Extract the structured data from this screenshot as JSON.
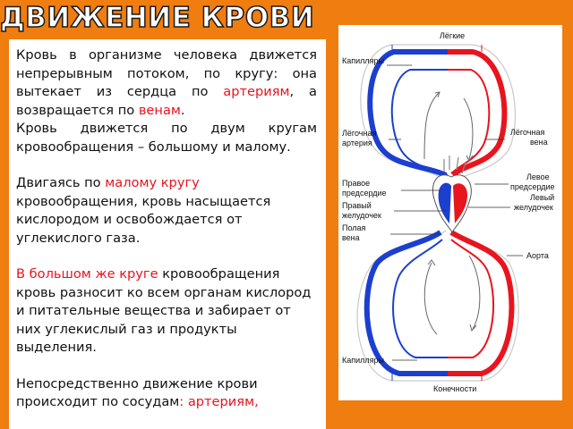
{
  "title": "ДВИЖЕНИЕ КРОВИ",
  "text": {
    "p1_a": "Кровь в организме человека движется непрерывным потоком, по кругу: она вытекает из сердца по ",
    "p1_arteries": "артериям",
    "p1_b": ", а возвращается по ",
    "p1_veins": "венам",
    "p1_c": ".",
    "p2": "Кровь движется по двум кругам кровообращения – большому и малому.",
    "p3_a": "Двигаясь по ",
    "p3_red": "малому кругу",
    "p3_b": " кровообращения, кровь насыщается кислородом и освобождается от углекислого газа.",
    "p4_red": "В большом же круге",
    "p4_b": " кровообращения кровь разносит ко всем органам кислород и питательные вещества и забирает от них углекислый газ и продукты выделения.",
    "p5_a": "Непосредственно движение крови происходит по сосудам",
    "p5_red": ": артериям,"
  },
  "diagram": {
    "labels": {
      "lungs": "Лёгкие",
      "capillaries_top": "Капилляры",
      "pulmonary_artery_1": "Лёгочная",
      "pulmonary_artery_2": "артерия",
      "pulmonary_vein_1": "Лёгочная",
      "pulmonary_vein_2": "вена",
      "right_atrium_1": "Правое",
      "right_atrium_2": "предсердие",
      "left_atrium_1": "Левое",
      "left_atrium_2": "предсердие",
      "right_ventricle_1": "Правый",
      "right_ventricle_2": "желудочек",
      "left_ventricle_1": "Левый",
      "left_ventricle_2": "желудочек",
      "vena_cava_1": "Полая",
      "vena_cava_2": "вена",
      "aorta": "Аорта",
      "capillaries_bottom": "Капилляры",
      "limbs": "Конечности"
    }
  },
  "colors": {
    "background": "#f07d10",
    "arterial": "#e8141e",
    "venous": "#1c3fd0"
  }
}
